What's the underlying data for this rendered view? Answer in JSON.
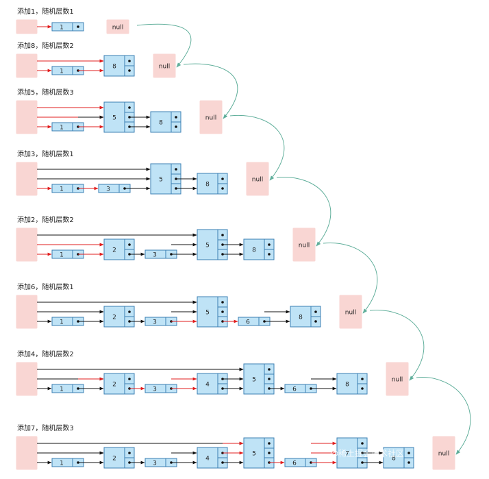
{
  "colors": {
    "node_fill": "#bfe3f6",
    "node_stroke": "#3b7fb3",
    "head_fill": "#f9d6d3",
    "null_fill": "#f9d6d3",
    "arrow_normal": "#111111",
    "arrow_new": "#e11d1d",
    "transition": "#5fae9a",
    "background": "#ffffff"
  },
  "null_label": "null",
  "watermark": "@稀土掘金技术社区",
  "panels": [
    {
      "title": "添加1，随机层数1",
      "levels": 1,
      "cols": [
        {
          "value": "1",
          "height": 1,
          "new": true
        }
      ],
      "edges": [
        [
          0,
          0,
          1
        ]
      ]
    },
    {
      "title": "添加8，随机层数2",
      "levels": 2,
      "cols": [
        {
          "value": "1",
          "height": 1,
          "new": false
        },
        {
          "value": "8",
          "height": 2,
          "new": true
        }
      ],
      "edges": [
        [
          0,
          0,
          1
        ],
        [
          1,
          0,
          1
        ],
        [
          0,
          1,
          1
        ],
        [
          1,
          1,
          1
        ]
      ]
    },
    {
      "title": "添加5，随机层数3",
      "levels": 3,
      "cols": [
        {
          "value": "1",
          "height": 1,
          "new": false
        },
        {
          "value": "5",
          "height": 3,
          "new": true
        },
        {
          "value": "8",
          "height": 2,
          "new": false
        }
      ],
      "edges": [
        [
          0,
          0,
          1
        ],
        [
          1,
          0,
          1
        ],
        [
          2,
          0,
          0
        ],
        [
          0,
          1,
          1
        ],
        [
          1,
          1,
          0
        ],
        [
          2,
          1,
          0
        ],
        [
          0,
          2,
          1
        ],
        [
          1,
          2,
          1
        ]
      ]
    },
    {
      "title": "添加3，随机层数1",
      "levels": 3,
      "cols": [
        {
          "value": "1",
          "height": 1,
          "new": false
        },
        {
          "value": "3",
          "height": 1,
          "new": true
        },
        {
          "value": "5",
          "height": 3,
          "new": false
        },
        {
          "value": "8",
          "height": 2,
          "new": false
        }
      ],
      "edges": [
        [
          0,
          0,
          1
        ],
        [
          1,
          0,
          1
        ],
        [
          2,
          0,
          0
        ],
        [
          3,
          0,
          0
        ],
        [
          0,
          1,
          0
        ],
        [
          2,
          1,
          0
        ],
        [
          3,
          1,
          0
        ],
        [
          0,
          2,
          0
        ],
        [
          2,
          2,
          0
        ]
      ]
    },
    {
      "title": "添加2，随机层数2",
      "levels": 3,
      "cols": [
        {
          "value": "1",
          "height": 1,
          "new": false
        },
        {
          "value": "2",
          "height": 2,
          "new": true
        },
        {
          "value": "3",
          "height": 1,
          "new": false
        },
        {
          "value": "5",
          "height": 3,
          "new": false
        },
        {
          "value": "8",
          "height": 2,
          "new": false
        }
      ],
      "edges": [
        [
          0,
          0,
          1
        ],
        [
          1,
          0,
          1
        ],
        [
          2,
          0,
          0
        ],
        [
          3,
          0,
          0
        ],
        [
          4,
          0,
          0
        ],
        [
          0,
          1,
          1
        ],
        [
          1,
          1,
          1
        ],
        [
          3,
          1,
          0
        ],
        [
          4,
          1,
          0
        ],
        [
          0,
          2,
          0
        ],
        [
          3,
          2,
          0
        ]
      ]
    },
    {
      "title": "添加6，随机层数1",
      "levels": 3,
      "cols": [
        {
          "value": "1",
          "height": 1,
          "new": false
        },
        {
          "value": "2",
          "height": 2,
          "new": false
        },
        {
          "value": "3",
          "height": 1,
          "new": false
        },
        {
          "value": "5",
          "height": 3,
          "new": false
        },
        {
          "value": "6",
          "height": 1,
          "new": true
        },
        {
          "value": "8",
          "height": 2,
          "new": false
        }
      ],
      "edges": [
        [
          0,
          0,
          0
        ],
        [
          1,
          0,
          0
        ],
        [
          2,
          0,
          0
        ],
        [
          3,
          0,
          1
        ],
        [
          4,
          0,
          1
        ],
        [
          5,
          0,
          0
        ],
        [
          0,
          1,
          0
        ],
        [
          1,
          1,
          0
        ],
        [
          3,
          1,
          0
        ],
        [
          5,
          1,
          0
        ],
        [
          0,
          2,
          0
        ],
        [
          3,
          2,
          0
        ]
      ]
    },
    {
      "title": "添加4，随机层数2",
      "levels": 3,
      "cols": [
        {
          "value": "1",
          "height": 1,
          "new": false
        },
        {
          "value": "2",
          "height": 2,
          "new": false
        },
        {
          "value": "3",
          "height": 1,
          "new": false
        },
        {
          "value": "4",
          "height": 2,
          "new": true
        },
        {
          "value": "5",
          "height": 3,
          "new": false
        },
        {
          "value": "6",
          "height": 1,
          "new": false
        },
        {
          "value": "8",
          "height": 2,
          "new": false
        }
      ],
      "edges": [
        [
          0,
          0,
          0
        ],
        [
          1,
          0,
          0
        ],
        [
          2,
          0,
          1
        ],
        [
          3,
          0,
          1
        ],
        [
          4,
          0,
          0
        ],
        [
          5,
          0,
          0
        ],
        [
          6,
          0,
          0
        ],
        [
          0,
          1,
          0
        ],
        [
          1,
          1,
          1
        ],
        [
          3,
          1,
          1
        ],
        [
          4,
          1,
          0
        ],
        [
          6,
          1,
          0
        ],
        [
          0,
          2,
          0
        ],
        [
          4,
          2,
          0
        ]
      ]
    },
    {
      "title": "添加7，随机层数3",
      "levels": 3,
      "cols": [
        {
          "value": "1",
          "height": 1,
          "new": false
        },
        {
          "value": "2",
          "height": 2,
          "new": false
        },
        {
          "value": "3",
          "height": 1,
          "new": false
        },
        {
          "value": "4",
          "height": 2,
          "new": false
        },
        {
          "value": "5",
          "height": 3,
          "new": false
        },
        {
          "value": "6",
          "height": 1,
          "new": false
        },
        {
          "value": "7",
          "height": 3,
          "new": true
        },
        {
          "value": "8",
          "height": 2,
          "new": false
        }
      ],
      "edges": [
        [
          0,
          0,
          0
        ],
        [
          1,
          0,
          0
        ],
        [
          2,
          0,
          0
        ],
        [
          3,
          0,
          0
        ],
        [
          4,
          0,
          0
        ],
        [
          5,
          0,
          1
        ],
        [
          6,
          0,
          1
        ],
        [
          7,
          0,
          0
        ],
        [
          0,
          1,
          0
        ],
        [
          1,
          1,
          0
        ],
        [
          3,
          1,
          0
        ],
        [
          4,
          1,
          1
        ],
        [
          6,
          1,
          1
        ],
        [
          7,
          1,
          0
        ],
        [
          0,
          2,
          0
        ],
        [
          4,
          2,
          1
        ],
        [
          6,
          2,
          1
        ]
      ]
    }
  ]
}
